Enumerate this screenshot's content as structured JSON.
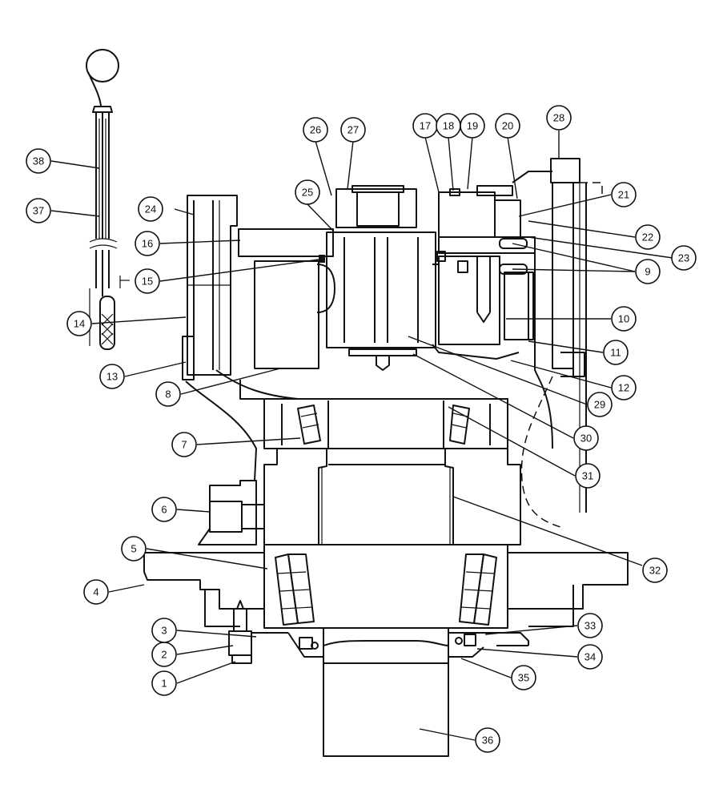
{
  "figure": {
    "colors": {
      "line": "#111111",
      "background": "#ffffff"
    },
    "callouts": [
      {
        "label": "1"
      },
      {
        "label": "2"
      },
      {
        "label": "3"
      },
      {
        "label": "4"
      },
      {
        "label": "5"
      },
      {
        "label": "6"
      },
      {
        "label": "7"
      },
      {
        "label": "8"
      },
      {
        "label": "9"
      },
      {
        "label": "9"
      },
      {
        "label": "10"
      },
      {
        "label": "11"
      },
      {
        "label": "12"
      },
      {
        "label": "13"
      },
      {
        "label": "14"
      },
      {
        "label": "15"
      },
      {
        "label": "16"
      },
      {
        "label": "17"
      },
      {
        "label": "18"
      },
      {
        "label": "19"
      },
      {
        "label": "20"
      },
      {
        "label": "21"
      },
      {
        "label": "22"
      },
      {
        "label": "23"
      },
      {
        "label": "24"
      },
      {
        "label": "25"
      },
      {
        "label": "26"
      },
      {
        "label": "27"
      },
      {
        "label": "28"
      },
      {
        "label": "29"
      },
      {
        "label": "30"
      },
      {
        "label": "31"
      },
      {
        "label": "32"
      },
      {
        "label": "33"
      },
      {
        "label": "34"
      },
      {
        "label": "35"
      },
      {
        "label": "36"
      },
      {
        "label": "37"
      },
      {
        "label": "38"
      }
    ]
  }
}
